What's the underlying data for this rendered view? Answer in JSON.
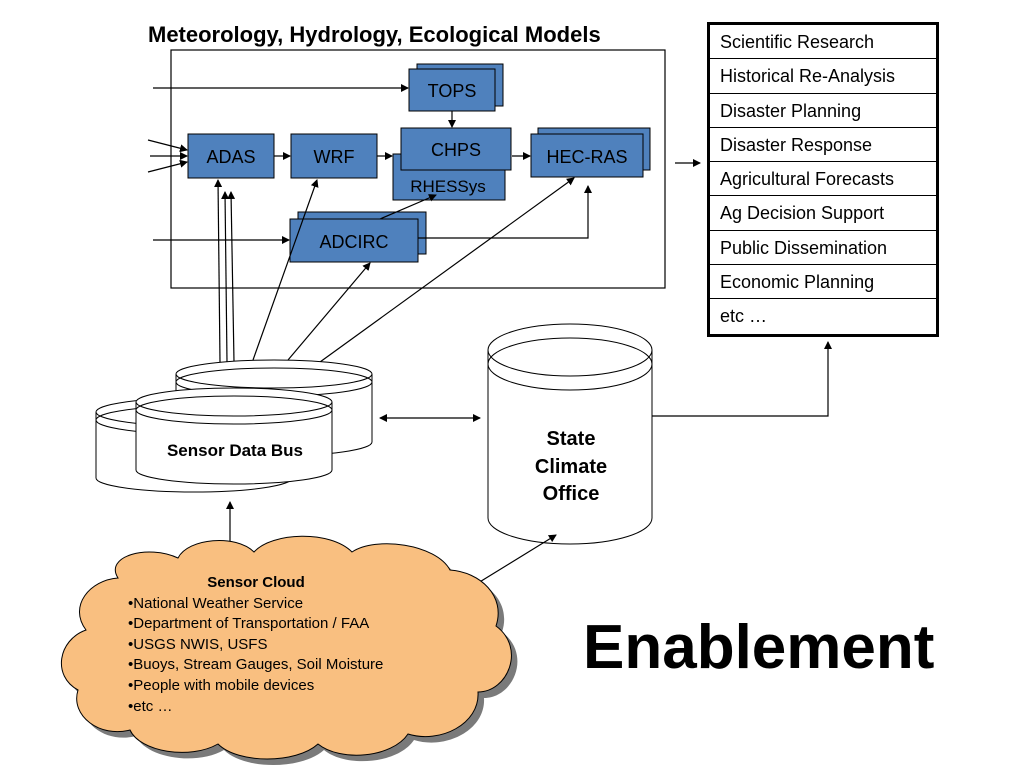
{
  "title": "Meteorology, Hydrology, Ecological Models",
  "headline": "Enablement",
  "models": {
    "tops": "TOPS",
    "adas": "ADAS",
    "wrf": "WRF",
    "chps": "CHPS",
    "rhessys": "RHESSys",
    "hecras": "HEC-RAS",
    "adcirc": "ADCIRC"
  },
  "sensor_data_bus": "Sensor Data Bus",
  "state_climate_office": [
    "State",
    "Climate",
    "Office"
  ],
  "uses": [
    "Scientific Research",
    "Historical Re-Analysis",
    "Disaster Planning",
    "Disaster Response",
    "Agricultural Forecasts",
    "Ag Decision Support",
    "Public Dissemination",
    "Economic Planning",
    "etc …"
  ],
  "sensor_cloud": {
    "title": "Sensor Cloud",
    "items": [
      "National Weather Service",
      "Department of Transportation / FAA",
      "USGS NWIS, USFS",
      "Buoys, Stream Gauges, Soil Moisture",
      "People with mobile devices",
      "etc …"
    ]
  },
  "colors": {
    "model_fill": "#4f81bd",
    "cloud_fill": "#f9bf80"
  }
}
